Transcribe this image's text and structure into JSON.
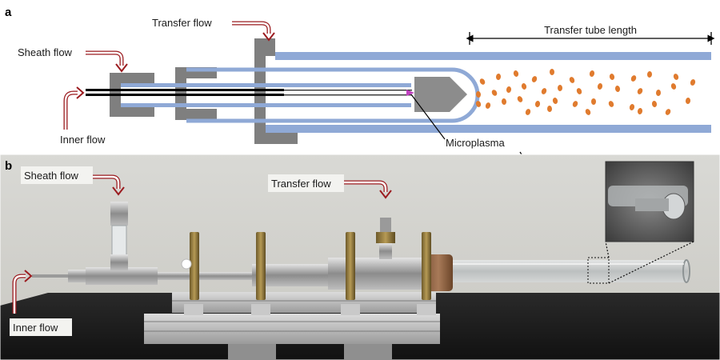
{
  "panel_a": {
    "letter": "a",
    "labels": {
      "sheath_flow": "Sheath flow",
      "transfer_flow": "Transfer flow",
      "inner_flow": "Inner flow",
      "transfer_tube_length": "Transfer tube length",
      "microplasma": "Microplasma"
    }
  },
  "panel_b": {
    "letter": "b",
    "labels": {
      "sheath_flow": "Sheath flow",
      "transfer_flow": "Transfer flow",
      "inner_flow": "Inner flow"
    }
  },
  "colors": {
    "tube_blue": "#8fa9d6",
    "fitting_gray": "#7f7f7f",
    "arrow_red": "#9b1b1f",
    "particle_orange": "#e07b2e",
    "plasma_magenta": "#c040c0"
  }
}
